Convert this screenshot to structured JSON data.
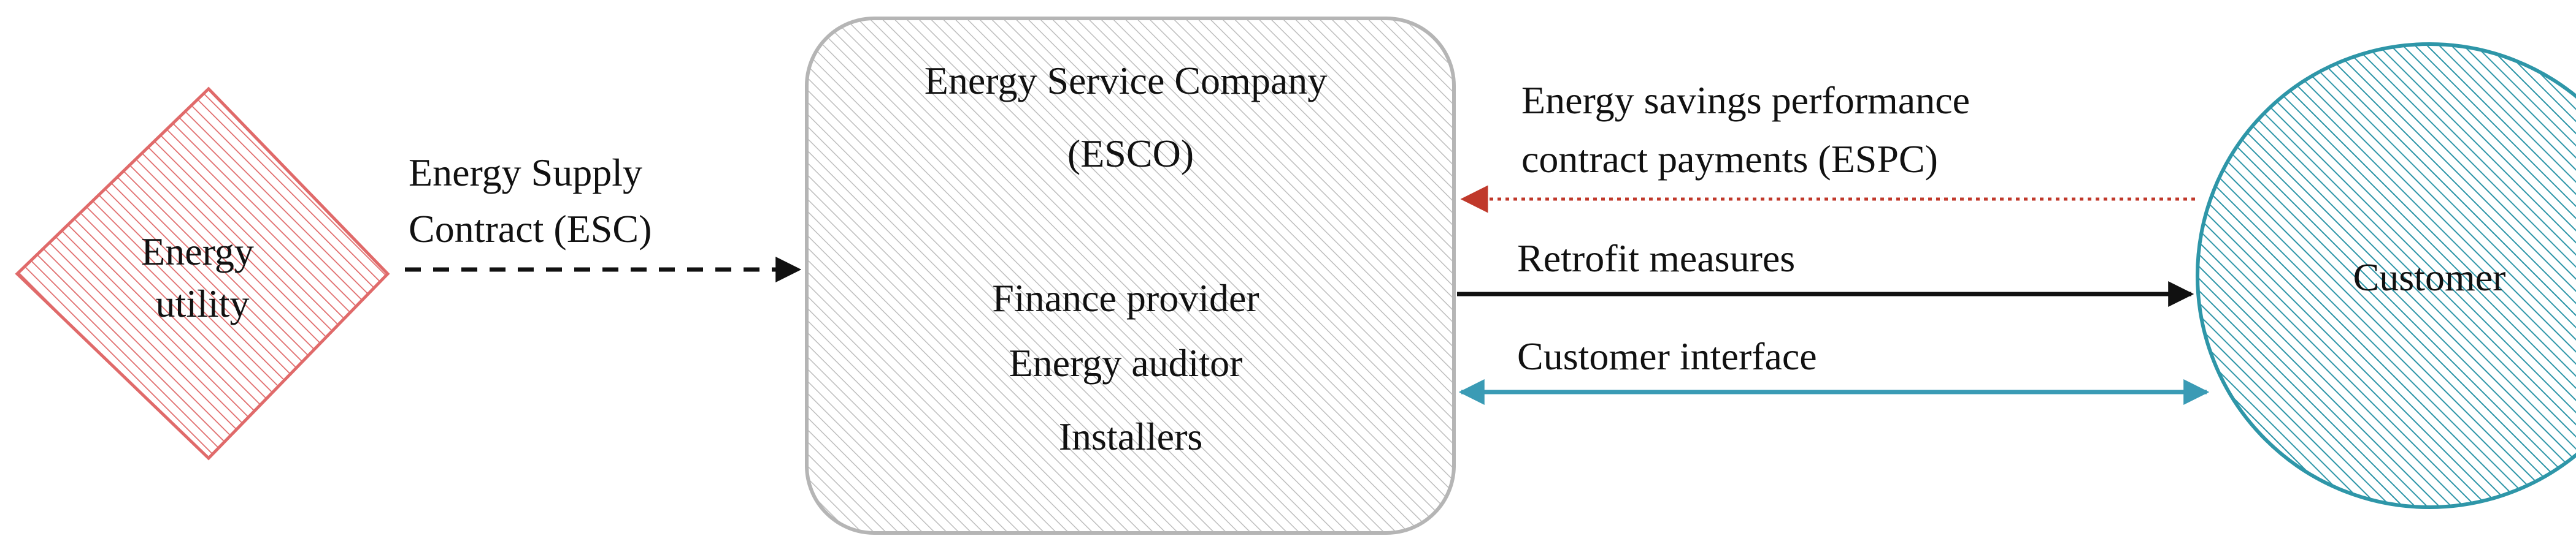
{
  "nodes": {
    "utility": {
      "lines": [
        "Energy",
        "utility"
      ],
      "shape": "diamond",
      "color": "#E06A6A"
    },
    "esco": {
      "title_lines": [
        "Energy Service Company",
        "(ESCO)"
      ],
      "roles": [
        "Finance provider",
        "Energy auditor",
        "Installers"
      ],
      "shape": "rounded-rectangle",
      "color": "#A9A9A9"
    },
    "customer": {
      "label": "Customer",
      "shape": "circle",
      "color": "#2E96A8"
    }
  },
  "edges": {
    "esc": {
      "lines": [
        "Energy Supply",
        "Contract (ESC)"
      ],
      "from": "Energy utility",
      "to": "ESCO",
      "style": "dashed",
      "color": "#111111"
    },
    "espc": {
      "lines": [
        "Energy savings performance",
        "contract payments (ESPC)"
      ],
      "from": "Customer",
      "to": "ESCO",
      "style": "dotted",
      "color": "#C0392B"
    },
    "retrofit": {
      "label": "Retrofit measures",
      "from": "ESCO",
      "to": "Customer",
      "style": "solid",
      "color": "#111111"
    },
    "interface": {
      "label": "Customer interface",
      "from": "ESCO",
      "to": "Customer",
      "style": "double-arrow",
      "color": "#3A9BB5"
    }
  }
}
